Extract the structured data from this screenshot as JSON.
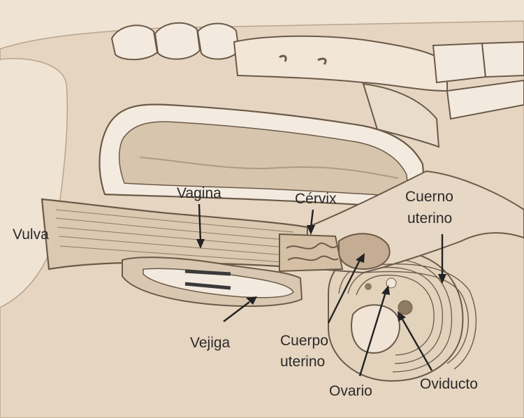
{
  "labels": {
    "vulva": "Vulva",
    "vagina": "Vagina",
    "cervix": "Cérvix",
    "cuerno_uterino_1": "Cuerno",
    "cuerno_uterino_2": "uterino",
    "vejiga": "Vejiga",
    "cuerpo_uterino_1": "Cuerpo",
    "cuerpo_uterino_2": "uterino",
    "ovario": "Ovario",
    "oviducto": "Oviducto"
  },
  "colors": {
    "background": "#eee0cf",
    "body": "#e8d8c4",
    "tissue_light": "#f1e6d8",
    "tissue_mid": "#d9c7b1",
    "tissue_dark": "#c4ad93",
    "outline": "#6b5a48",
    "organ": "#c8b29a"
  }
}
